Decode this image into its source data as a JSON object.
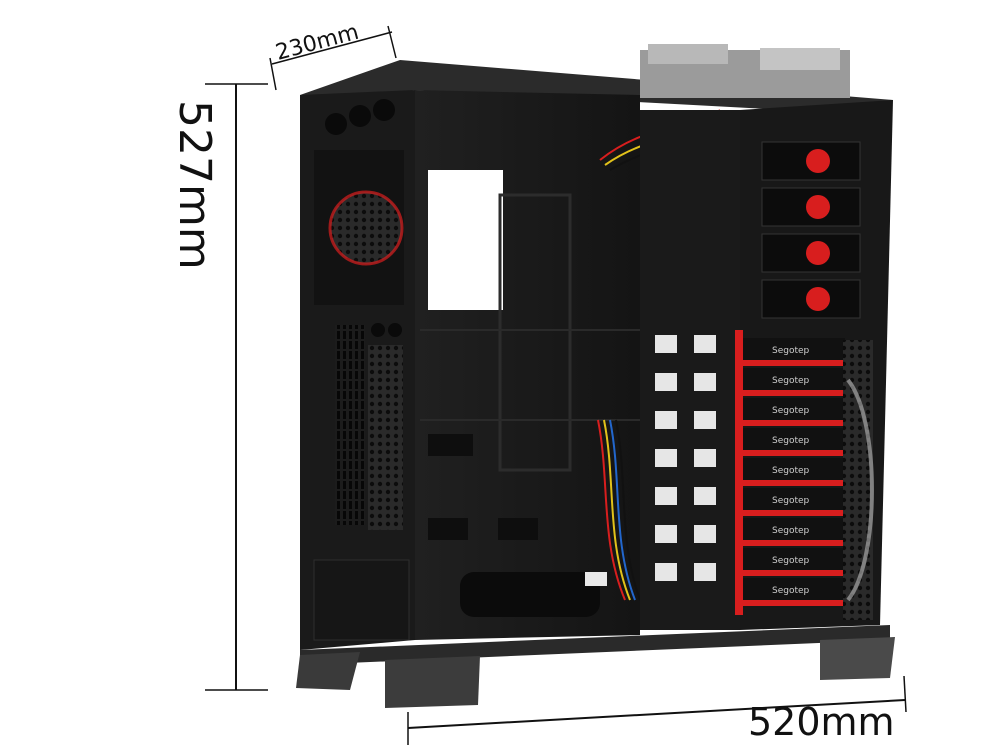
{
  "dimensions": {
    "depth": "230mm",
    "height": "527mm",
    "length": "520mm"
  },
  "drive_labels": {
    "brand": "Segotep"
  },
  "colors": {
    "case_black": "#1a1a1a",
    "accent_red": "#d81e1e",
    "background": "#ffffff"
  }
}
